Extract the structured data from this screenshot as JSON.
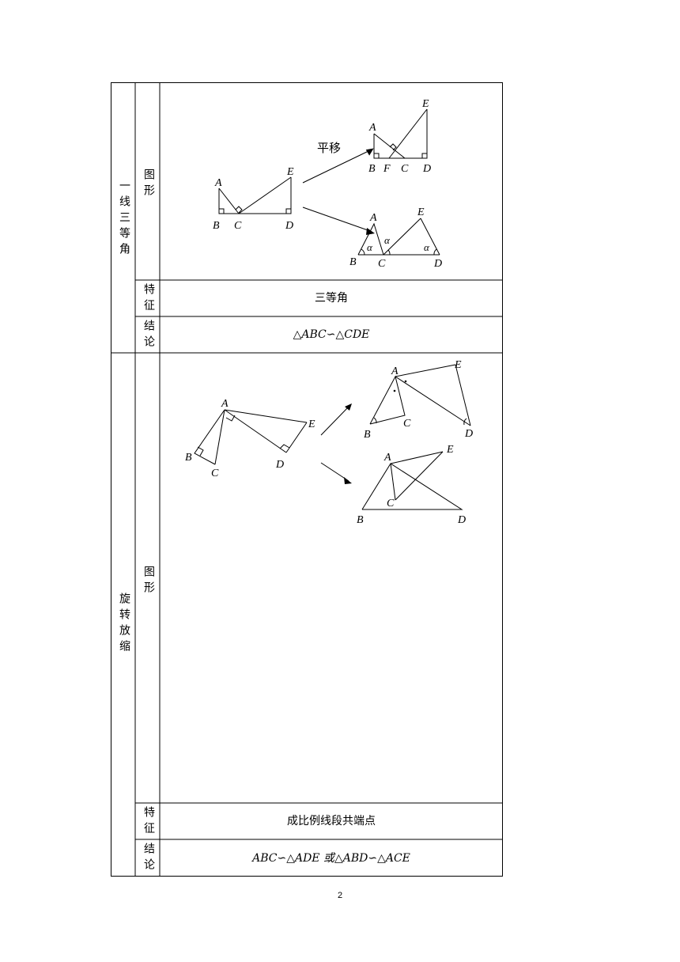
{
  "sections": [
    {
      "name": "一线三等角",
      "figure_label": "图形",
      "feature_label": "特征",
      "feature": "三等角",
      "conclusion_label": "结论",
      "conclusion": "△ABC∽△CDE",
      "figures": {
        "translate": "平移",
        "alpha": "α"
      }
    },
    {
      "name": "旋转放缩",
      "figure_label": "图形",
      "feature_label": "特征",
      "feature": "成比例线段共端点",
      "conclusion_label": "结论",
      "conclusion": "ABC∽△ADE 或△ABD∽△ACE"
    }
  ],
  "points": {
    "A": "A",
    "B": "B",
    "C": "C",
    "D": "D",
    "E": "E",
    "F": "F"
  },
  "page_number": "2"
}
